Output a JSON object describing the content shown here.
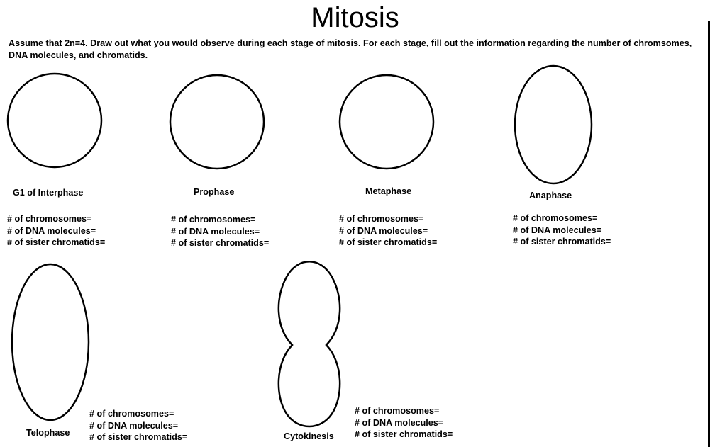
{
  "title": "Mitosis",
  "instructions": "Assume that 2n=4. Draw out what you would observe during each stage of mitosis. For each stage, fill out the information regarding the number of chromsomes, DNA molecules, and chromatids.",
  "count_labels": {
    "chromosomes": "# of chromosomes=",
    "dna": "# of DNA molecules=",
    "chromatids": "# of sister chromatids="
  },
  "stages": [
    {
      "id": "g1",
      "label": "G1 of Interphase"
    },
    {
      "id": "prophase",
      "label": "Prophase"
    },
    {
      "id": "metaphase",
      "label": "Metaphase"
    },
    {
      "id": "anaphase",
      "label": "Anaphase"
    },
    {
      "id": "telophase",
      "label": "Telophase"
    },
    {
      "id": "cytokinesis",
      "label": "Cytokinesis"
    }
  ]
}
